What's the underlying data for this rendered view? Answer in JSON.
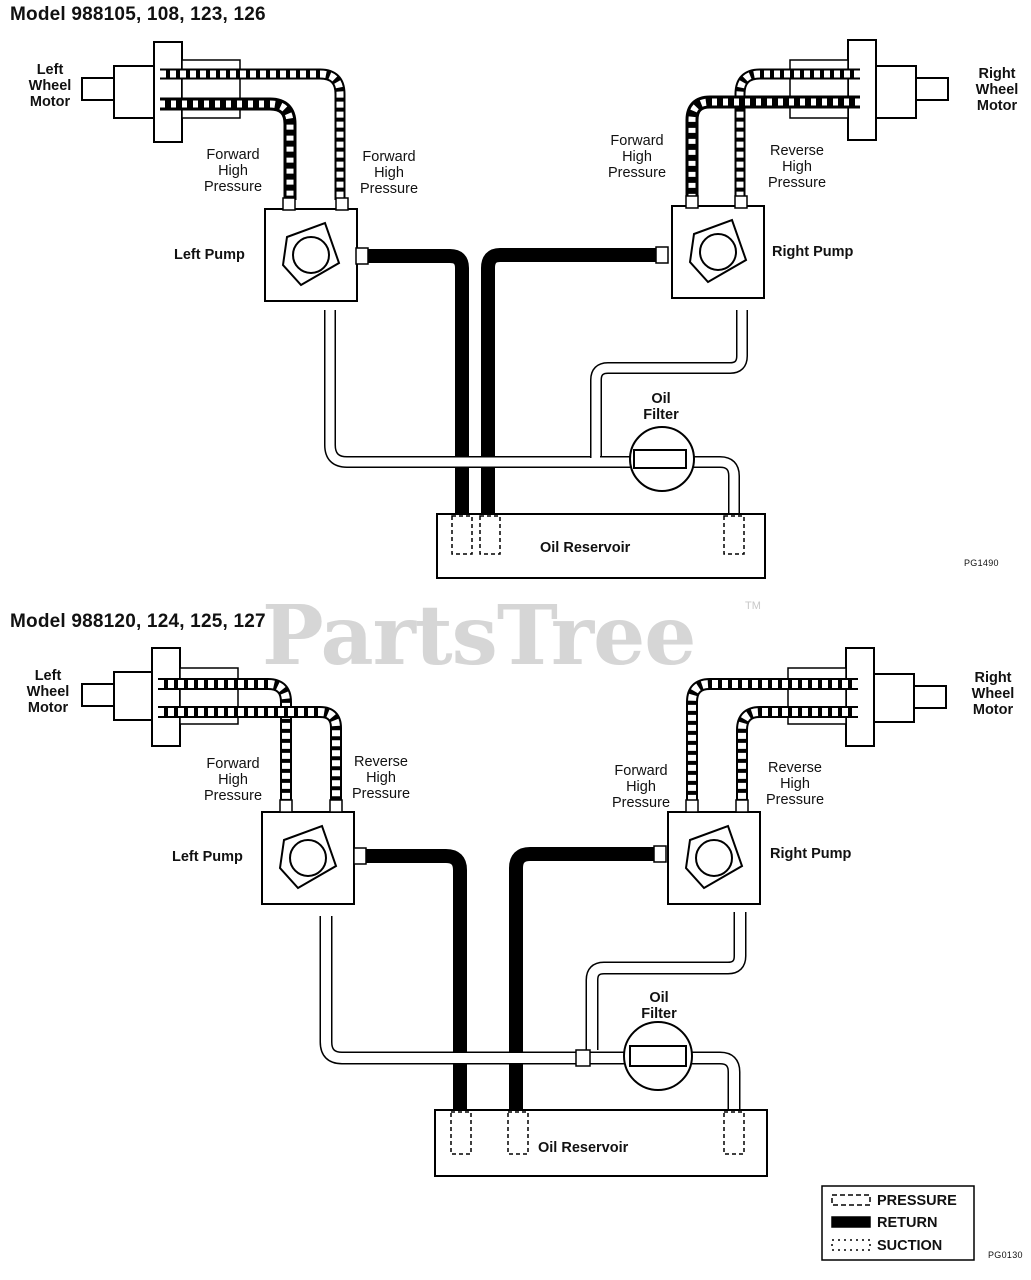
{
  "diagram1": {
    "title": "Model 988105, 108, 123, 126",
    "left_motor": "Left\nWheel\nMotor",
    "right_motor": "Right\nWheel\nMotor",
    "left_line_label": "Forward\nHigh\nPressure",
    "left_line2_label": "Forward\nHigh\nPressure",
    "right_line_label": "Forward\nHigh\nPressure",
    "right_line2_label": "Reverse\nHigh\nPressure",
    "left_pump": "Left Pump",
    "right_pump": "Right Pump",
    "oil_filter": "Oil\nFilter",
    "reservoir": "Oil Reservoir",
    "code": "PG1490"
  },
  "diagram2": {
    "title": "Model 988120, 124, 125, 127",
    "left_motor": "Left\nWheel\nMotor",
    "right_motor": "Right\nWheel\nMotor",
    "left_line_label": "Forward\nHigh\nPressure",
    "left_line2_label": "Reverse\nHigh\nPressure",
    "right_line_label": "Forward\nHigh\nPressure",
    "right_line2_label": "Reverse\nHigh\nPressure",
    "left_pump": "Left Pump",
    "right_pump": "Right Pump",
    "oil_filter": "Oil\nFilter",
    "reservoir": "Oil Reservoir",
    "code": "PG0130"
  },
  "legend": {
    "pressure": "PRESSURE",
    "return": "RETURN",
    "suction": "SUCTION"
  },
  "watermark": {
    "text": "PartsTree",
    "tm": "TM"
  }
}
